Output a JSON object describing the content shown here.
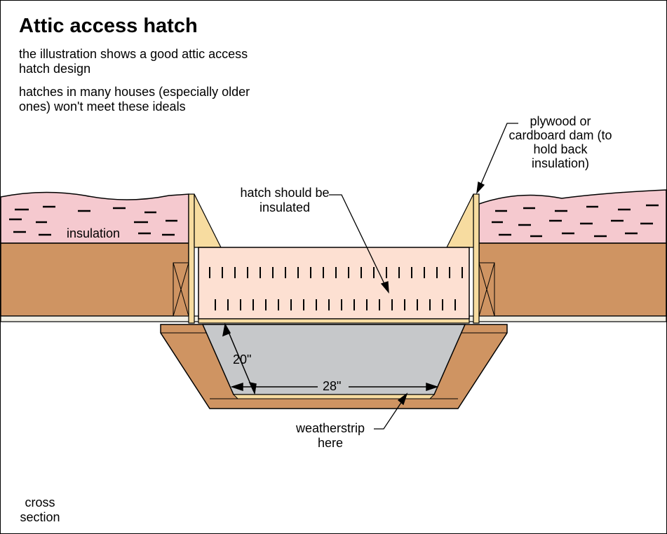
{
  "title": "Attic access hatch",
  "intro": {
    "line1": "the illustration shows a good attic access hatch design",
    "line2": "hatches in many houses (especially older ones) won't meet these ideals"
  },
  "labels": {
    "insulation": "insulation",
    "hatch": "hatch should be insulated",
    "dam": "plywood or cardboard dam (to hold back insulation)",
    "depth": "20\"",
    "width": "28\"",
    "weatherstrip": "weatherstrip here",
    "view": "cross section"
  },
  "colors": {
    "insulation_pink": "#f5c9cf",
    "joist_brown": "#cf9462",
    "dam_yellow": "#f7dca0",
    "hatch_pink": "#fde0d2",
    "opening_gray": "#c6c8ca"
  }
}
